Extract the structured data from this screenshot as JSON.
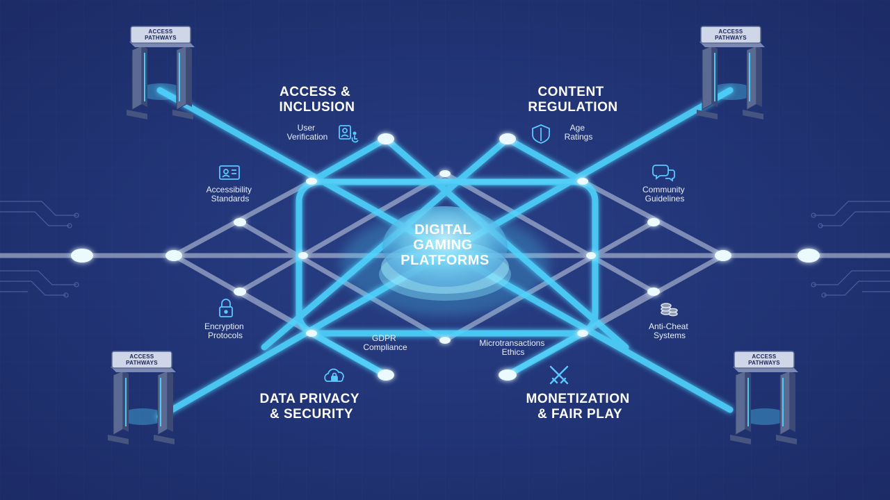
{
  "hub": {
    "lines": [
      "DIGITAL",
      "GAMING",
      "PLATFORMS"
    ]
  },
  "categories": [
    {
      "id": "access",
      "lines": [
        "ACCESS &",
        "INCLUSION"
      ]
    },
    {
      "id": "content",
      "lines": [
        "CONTENT",
        "REGULATION"
      ]
    },
    {
      "id": "privacy",
      "lines": [
        "DATA PRIVACY",
        "& SECURITY"
      ]
    },
    {
      "id": "monetization",
      "lines": [
        "MONETIZATION",
        "& FAIR PLAY"
      ]
    }
  ],
  "labels": [
    {
      "id": "user-verification",
      "lines": [
        "User",
        "Verification"
      ],
      "icon": "id-badge-accessibility-icon"
    },
    {
      "id": "accessibility-standards",
      "lines": [
        "Accessibility",
        "Standards"
      ],
      "icon": "id-card-icon"
    },
    {
      "id": "age-ratings",
      "lines": [
        "Age",
        "Ratings"
      ],
      "icon": "shield-icon"
    },
    {
      "id": "community-guidelines",
      "lines": [
        "Community",
        "Guidelines"
      ],
      "icon": "chat-bubbles-icon"
    },
    {
      "id": "encryption-protocols",
      "lines": [
        "Encryption",
        "Protocols"
      ],
      "icon": "padlock-icon"
    },
    {
      "id": "gdpr-compliance",
      "lines": [
        "GDPR",
        "Compliance"
      ],
      "icon": ""
    },
    {
      "id": "cloud-security",
      "lines": [],
      "icon": "cloud-lock-icon"
    },
    {
      "id": "microtransactions-ethics",
      "lines": [
        "Microtransactions",
        "Ethics"
      ],
      "icon": ""
    },
    {
      "id": "anti-cheat-systems",
      "lines": [
        "Anti-Cheat",
        "Systems"
      ],
      "icon": "coin-stack-icon"
    },
    {
      "id": "fair-play",
      "lines": [],
      "icon": "crossed-swords-icon"
    }
  ],
  "gates": [
    {
      "id": "top-left",
      "lines": [
        "ACCESS",
        "PATHWAYS"
      ]
    },
    {
      "id": "top-right",
      "lines": [
        "ACCESS",
        "PATHWAYS"
      ]
    },
    {
      "id": "bottom-left",
      "lines": [
        "ACCESS",
        "PATHWAYS"
      ]
    },
    {
      "id": "bottom-right",
      "lines": [
        "ACCESS",
        "PATHWAYS"
      ]
    }
  ],
  "colors": {
    "background": "#223577",
    "glow": "#4fd6ff",
    "path_gray": "#c9d3e6",
    "icon": "#5bc8ff"
  }
}
